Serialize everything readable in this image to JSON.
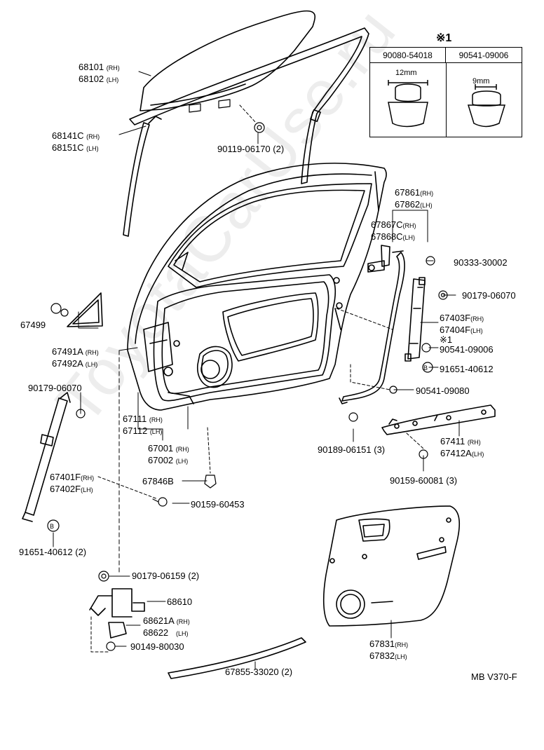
{
  "watermark": "ToyotaCarUse.ru",
  "reference_code": "MB V370-F",
  "callout": {
    "title": "※1",
    "columns": [
      {
        "part": "90080-54018",
        "dimension": "12mm"
      },
      {
        "part": "90541-09006",
        "dimension": "9mm"
      }
    ]
  },
  "labels": {
    "glass": {
      "rh": "68101",
      "lh": "68102",
      "rh_tag": "(RH)",
      "lh_tag": "(LH)"
    },
    "run_channel": {
      "rh": "68141C",
      "lh": "68151C",
      "rh_tag": "(RH)",
      "lh_tag": "(LH)"
    },
    "glass_bolt": "90119-06170 (2)",
    "weatherstrip": {
      "rh": "67861",
      "lh": "67862",
      "rh_tag": "(RH)",
      "lh_tag": "(LH)"
    },
    "clip_bracket": {
      "rh": "67867C",
      "lh": "67868C",
      "rh_tag": "(RH)",
      "lh_tag": "(LH)"
    },
    "clip_a": "90333-30002",
    "nut_a": "90179-06070",
    "rear_channel": {
      "rh": "67403F",
      "lh": "67404F",
      "rh_tag": "(RH)",
      "lh_tag": "(LH)"
    },
    "clip_b_mark": "※1",
    "clip_b": "90541-09006",
    "plug_a": "91651-40612",
    "clip_c": "90541-09080",
    "seal_part": "67499",
    "corner_cover": {
      "rh": "67491A",
      "lh": "67492A",
      "rh_tag": "(RH)",
      "lh_tag": "(LH)"
    },
    "nut_b": "90179-06070",
    "door_shell": {
      "rh": "67111",
      "lh": "67112",
      "rh_tag": "(RH)",
      "lh_tag": "(LH)"
    },
    "door_assy": {
      "rh": "67001",
      "lh": "67002",
      "rh_tag": "(RH)",
      "lh_tag": "(LH)"
    },
    "screw_a": "90189-06151 (3)",
    "reinforcement": {
      "rh": "67411",
      "lh": "67412A",
      "rh_tag": "(RH)",
      "lh_tag": "(LH)"
    },
    "bolt_a": "90159-60081 (3)",
    "front_channel": {
      "rh": "67401F",
      "lh": "67402F",
      "rh_tag": "(RH)",
      "lh_tag": "(LH)"
    },
    "hole_plug": "67846B",
    "bolt_b": "90159-60453",
    "plug_b": "91651-40612 (2)",
    "nut_c": "90179-06159 (2)",
    "hinge": "68610",
    "hinge_lower": {
      "rh": "68621A",
      "lh": "68622",
      "rh_tag": "(RH)",
      "lh_tag": "(LH)"
    },
    "bolt_c": "90149-80030",
    "trim_board": {
      "rh": "67831",
      "lh": "67832",
      "rh_tag": "(RH)",
      "lh_tag": "(LH)"
    },
    "belt_molding": "67855-33020 (2)"
  }
}
